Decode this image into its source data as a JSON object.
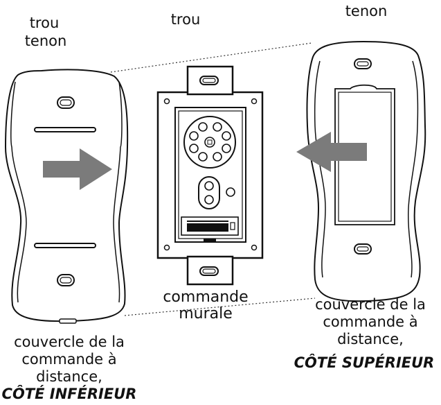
{
  "labels": {
    "left_hole": "trou",
    "left_tenon": "tenon",
    "center_hole": "trou",
    "right_tenon": "tenon",
    "center_caption_line1": "commande",
    "center_caption_line2": "murale",
    "right_caption_line1": "couvercle de la",
    "right_caption_line2": "commande à",
    "right_caption_line3": "distance,",
    "right_caption_emphasis": "CÔTÉ SUPÉRIEUR",
    "left_caption_line1": "couvercle de la",
    "left_caption_line2": "commande à",
    "left_caption_line3": "distance,",
    "left_caption_emphasis": "CÔTÉ INFÉRIEUR"
  },
  "colors": {
    "outline": "#111111",
    "arrow": "#7b7b7b",
    "background": "#ffffff"
  }
}
